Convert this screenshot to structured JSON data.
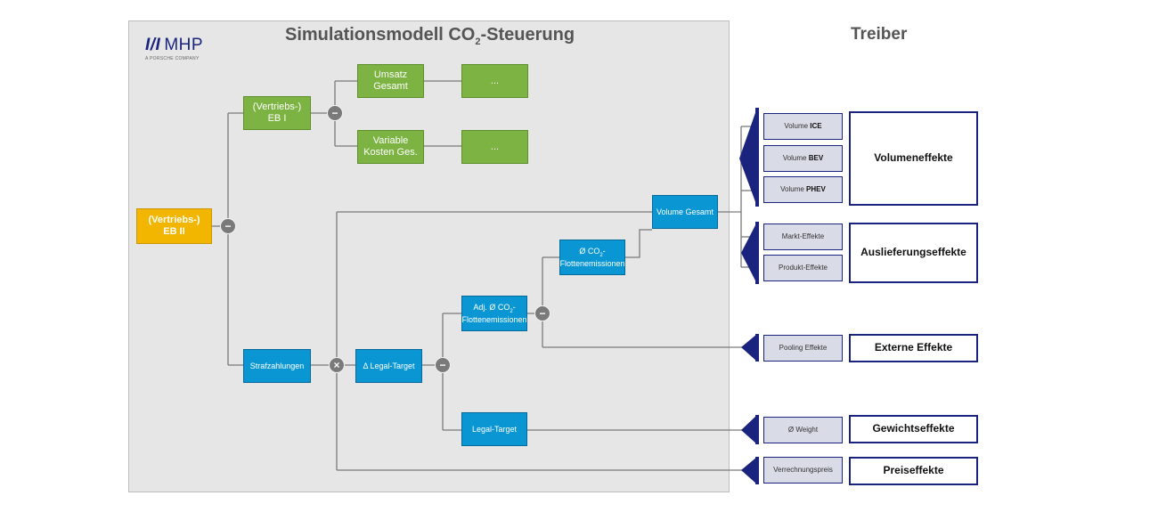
{
  "title": {
    "main": "Simulationsmodell CO",
    "sub": "2",
    "suffix": "-Steuerung"
  },
  "treiber_title": "Treiber",
  "logo": {
    "mark": "I/I",
    "name": "MHP",
    "tagline": "A PORSCHE COMPANY"
  },
  "nodes": {
    "eb2": {
      "line1": "(Vertriebs-)",
      "line2": "EB II"
    },
    "eb1": {
      "line1": "(Vertriebs-)",
      "line2": "EB I"
    },
    "umsatz": {
      "line1": "Umsatz",
      "line2": "Gesamt"
    },
    "variable": {
      "line1": "Variable",
      "line2": "Kosten Ges."
    },
    "dots1": "...",
    "dots2": "...",
    "strafzahlungen": "Strafzahlungen",
    "delta_legal": "Δ Legal-Target",
    "legal_target": "Legal-Target",
    "adj_co2": {
      "line1": "Adj. Ø CO",
      "sub": "2",
      "suffix": "-",
      "line2": "Flottenemissionen"
    },
    "co2_flotte": {
      "line1": "Ø  CO",
      "sub": "2",
      "suffix": "-",
      "line2": "Flottenemissionen"
    },
    "volume_gesamt": "Volume Gesamt"
  },
  "drivers": {
    "vol_ice": {
      "prefix": "Volume ",
      "bold": "ICE"
    },
    "vol_bev": {
      "prefix": "Volume ",
      "bold": "BEV"
    },
    "vol_phev": {
      "prefix": "Volume ",
      "bold": "PHEV"
    },
    "markt": "Markt-Effekte",
    "produkt": "Produkt-Effekte",
    "pooling": "Pooling Effekte",
    "weight": "Ø Weight",
    "verrechnungspreis": "Verrechnungspreis"
  },
  "effects": {
    "volumen": "Volumeneffekte",
    "auslieferung": "Auslieferungseffekte",
    "extern": "Externe Effekte",
    "gewicht": "Gewichtseffekte",
    "preis": "Preiseffekte"
  },
  "operators": {
    "minus": "−",
    "times": "×"
  },
  "colors": {
    "green": "#7cb342",
    "yellow": "#f2b600",
    "blue": "#0a96d3",
    "navy": "#1a237e",
    "driver_bg": "#d9dbe6",
    "panel": "#e6e6e6",
    "wire": "#7a7a7a"
  }
}
